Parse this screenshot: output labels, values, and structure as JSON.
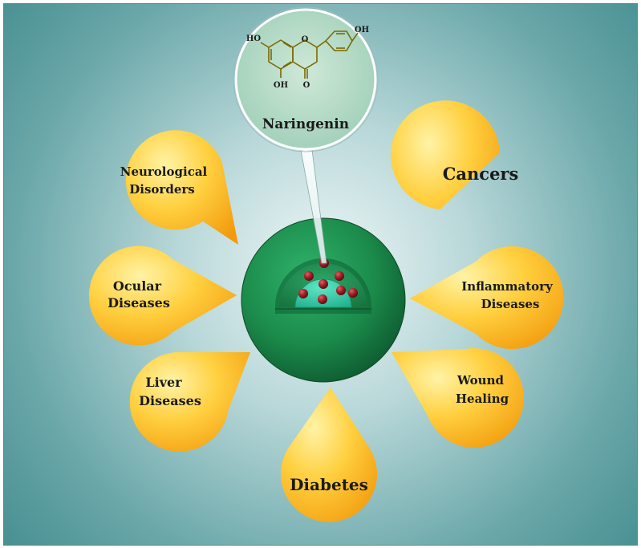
{
  "compound": {
    "name": "Naringenin",
    "structure_labels": {
      "oh_left": "HO",
      "oh_right": "OH",
      "oh_bottom": "OH",
      "ring_o": "O",
      "carbonyl_o": "O"
    }
  },
  "petals": {
    "neurological": {
      "line1": "Neurological",
      "line2": "Disorders"
    },
    "ocular": {
      "line1": "Ocular",
      "line2": "Diseases"
    },
    "liver": {
      "line1": "Liver",
      "line2": "Diseases"
    },
    "diabetes": {
      "line1": "Diabetes"
    },
    "wound": {
      "line1": "Wound",
      "line2": "Healing"
    },
    "inflammatory": {
      "line1": "Inflammatory",
      "line2": "Diseases"
    },
    "cancers": {
      "line1": "Cancers"
    }
  },
  "colors": {
    "background_center": "#e9f3f3",
    "background_edge": "#4f9597",
    "petal_light": "#ffe27a",
    "petal_dark": "#f6a512",
    "nanoparticle_outer": "#1f8a4e",
    "nanoparticle_core": "#37c8a4",
    "drug_dot": "#9b1c22",
    "callout_fill": "#b7dcc8",
    "structure_line": "#7a6a00"
  }
}
